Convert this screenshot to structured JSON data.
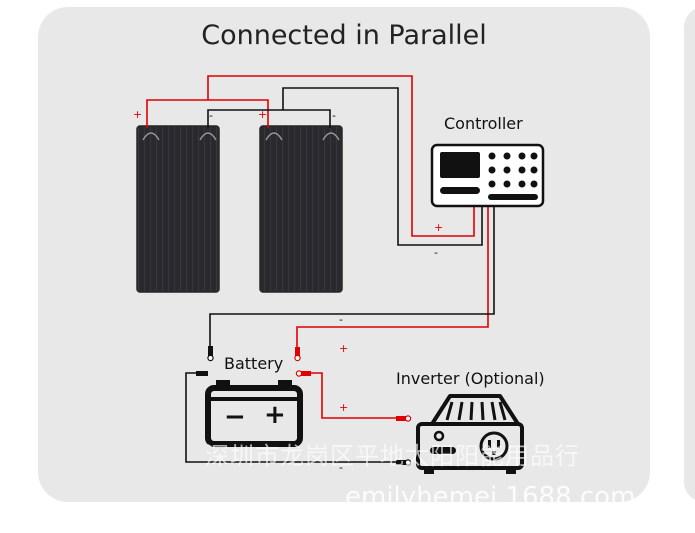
{
  "title": "Connected in Parallel",
  "labels": {
    "controller": "Controller",
    "battery": "Battery",
    "inverter": "Inverter (Optional)"
  },
  "signs": {
    "plus": "+",
    "minus": "-"
  },
  "battery_marks": {
    "minus": "−",
    "plus": "+"
  },
  "watermark": {
    "line1": "深圳市龙岗区平地太阳阳能用品行",
    "line2": "emilyhemei.1688.com"
  },
  "colors": {
    "positive_wire": "#e00000",
    "negative_wire": "#111111",
    "card": "#e8e8e8"
  },
  "icons": [
    "solar-panel-icon",
    "controller-icon",
    "battery-icon",
    "inverter-icon"
  ]
}
